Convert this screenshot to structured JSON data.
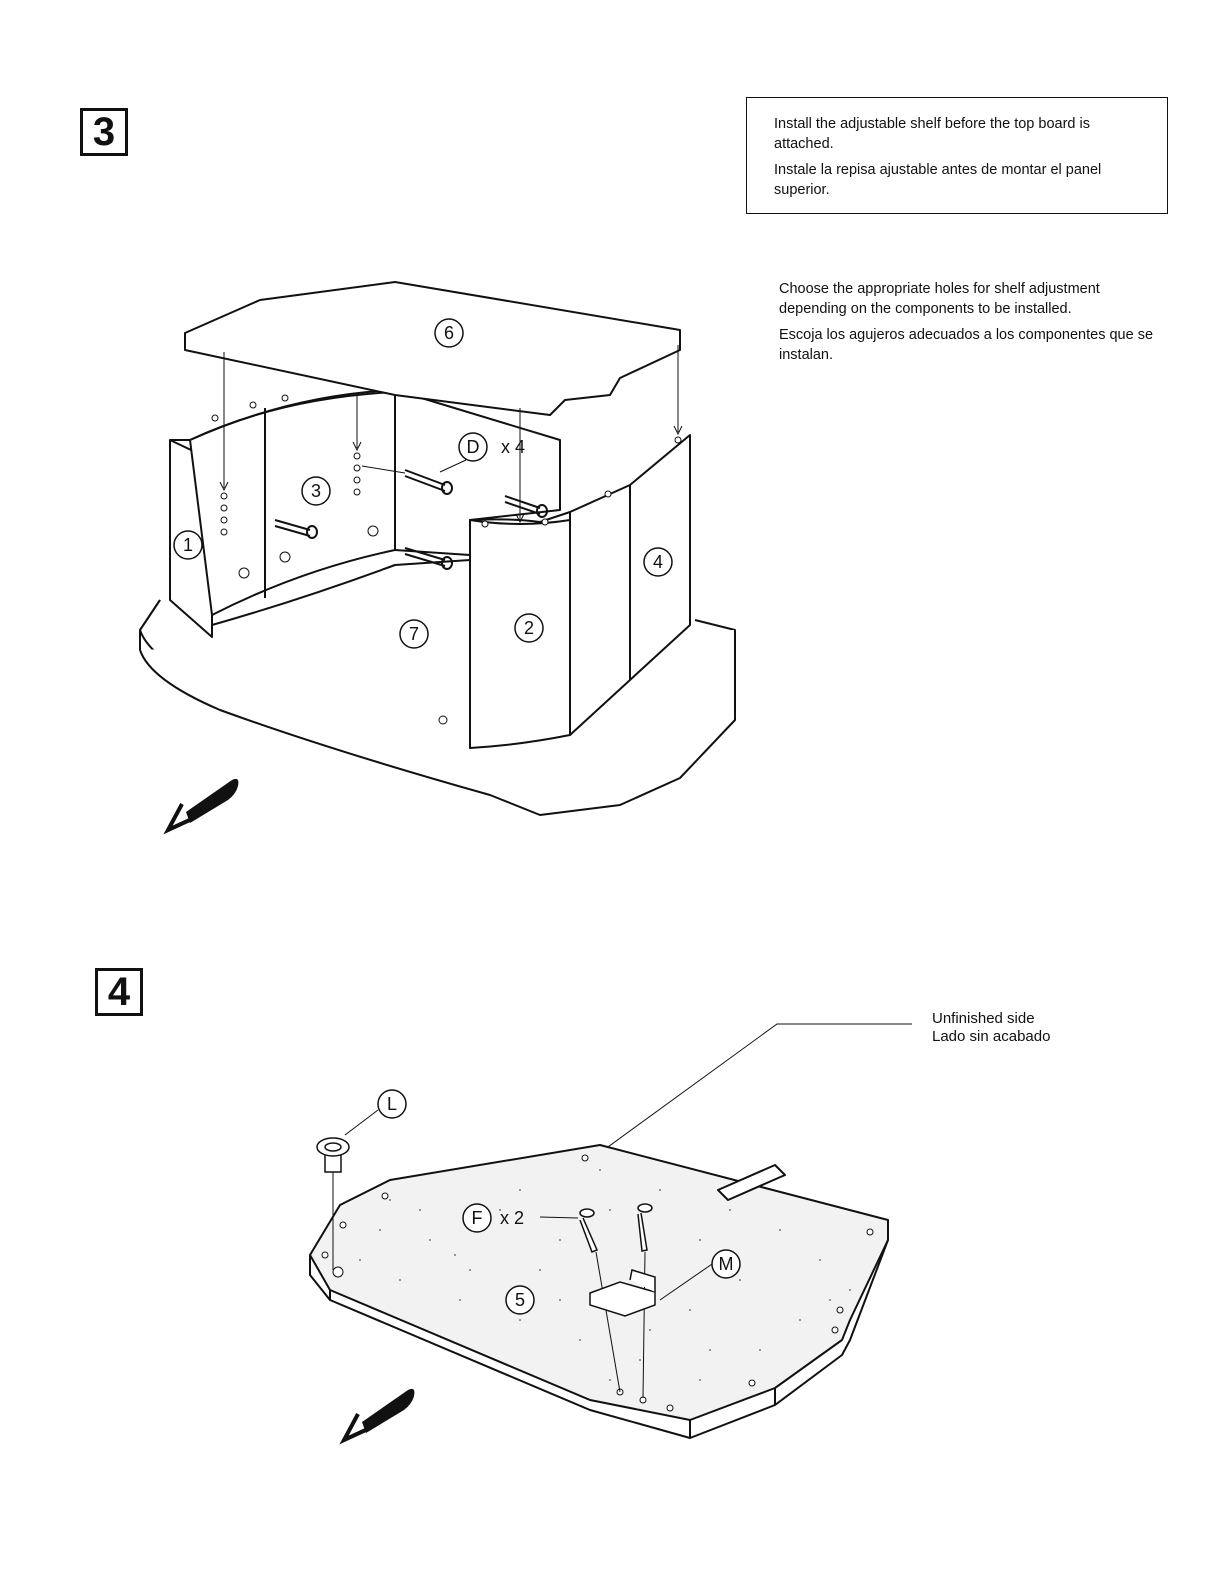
{
  "step3": {
    "number": "3",
    "note_en": "Install the adjustable shelf before the top board is attached.",
    "note_es": "Instale la repisa ajustable antes de montar el panel superior.",
    "info_en": "Choose the appropriate holes for shelf adjustment depending on the components to be installed.",
    "info_es": "Escoja los agujeros adecuados a los componentes que se instalan.",
    "parts": {
      "p1": "1",
      "p2": "2",
      "p3": "3",
      "p4": "4",
      "p6": "6",
      "p7": "7",
      "dowel": "D",
      "dowel_qty": "x 4"
    }
  },
  "step4": {
    "number": "4",
    "label_en": "Unfinished side",
    "label_es": "Lado sin acabado",
    "parts": {
      "glide": "L",
      "screw": "F",
      "screw_qty": "x 2",
      "bracket": "M",
      "board": "5"
    }
  }
}
